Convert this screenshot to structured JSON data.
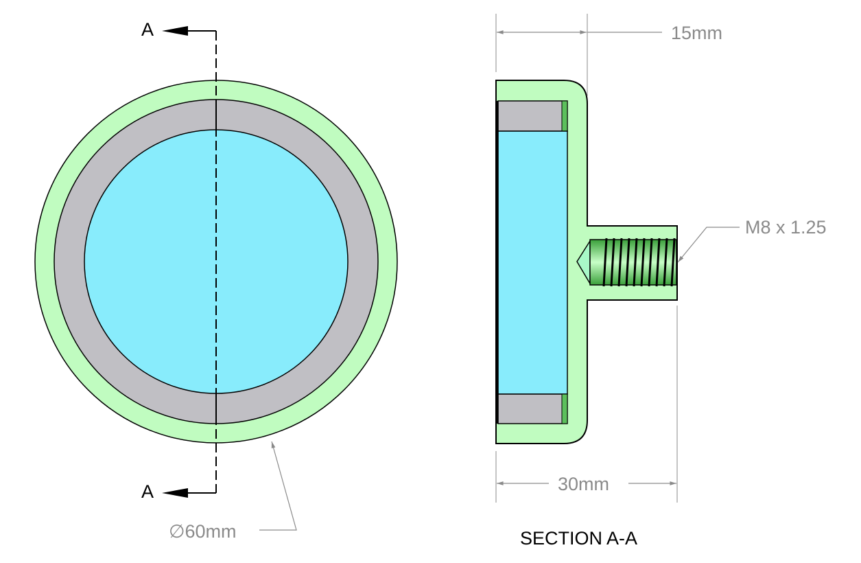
{
  "drawing": {
    "section_marker_top": "A",
    "section_marker_bottom": "A",
    "diameter_dimension": "∅60mm",
    "depth_dimension": "15mm",
    "width_dimension": "30mm",
    "thread_callout": "M8 x 1.25",
    "section_title": "SECTION A-A"
  },
  "colors": {
    "housing": "#c0fcc0",
    "insert": "#c0bfc4",
    "magnet": "#88ecfc",
    "thread": "#60d060",
    "dimension": "#8a8a8a"
  }
}
